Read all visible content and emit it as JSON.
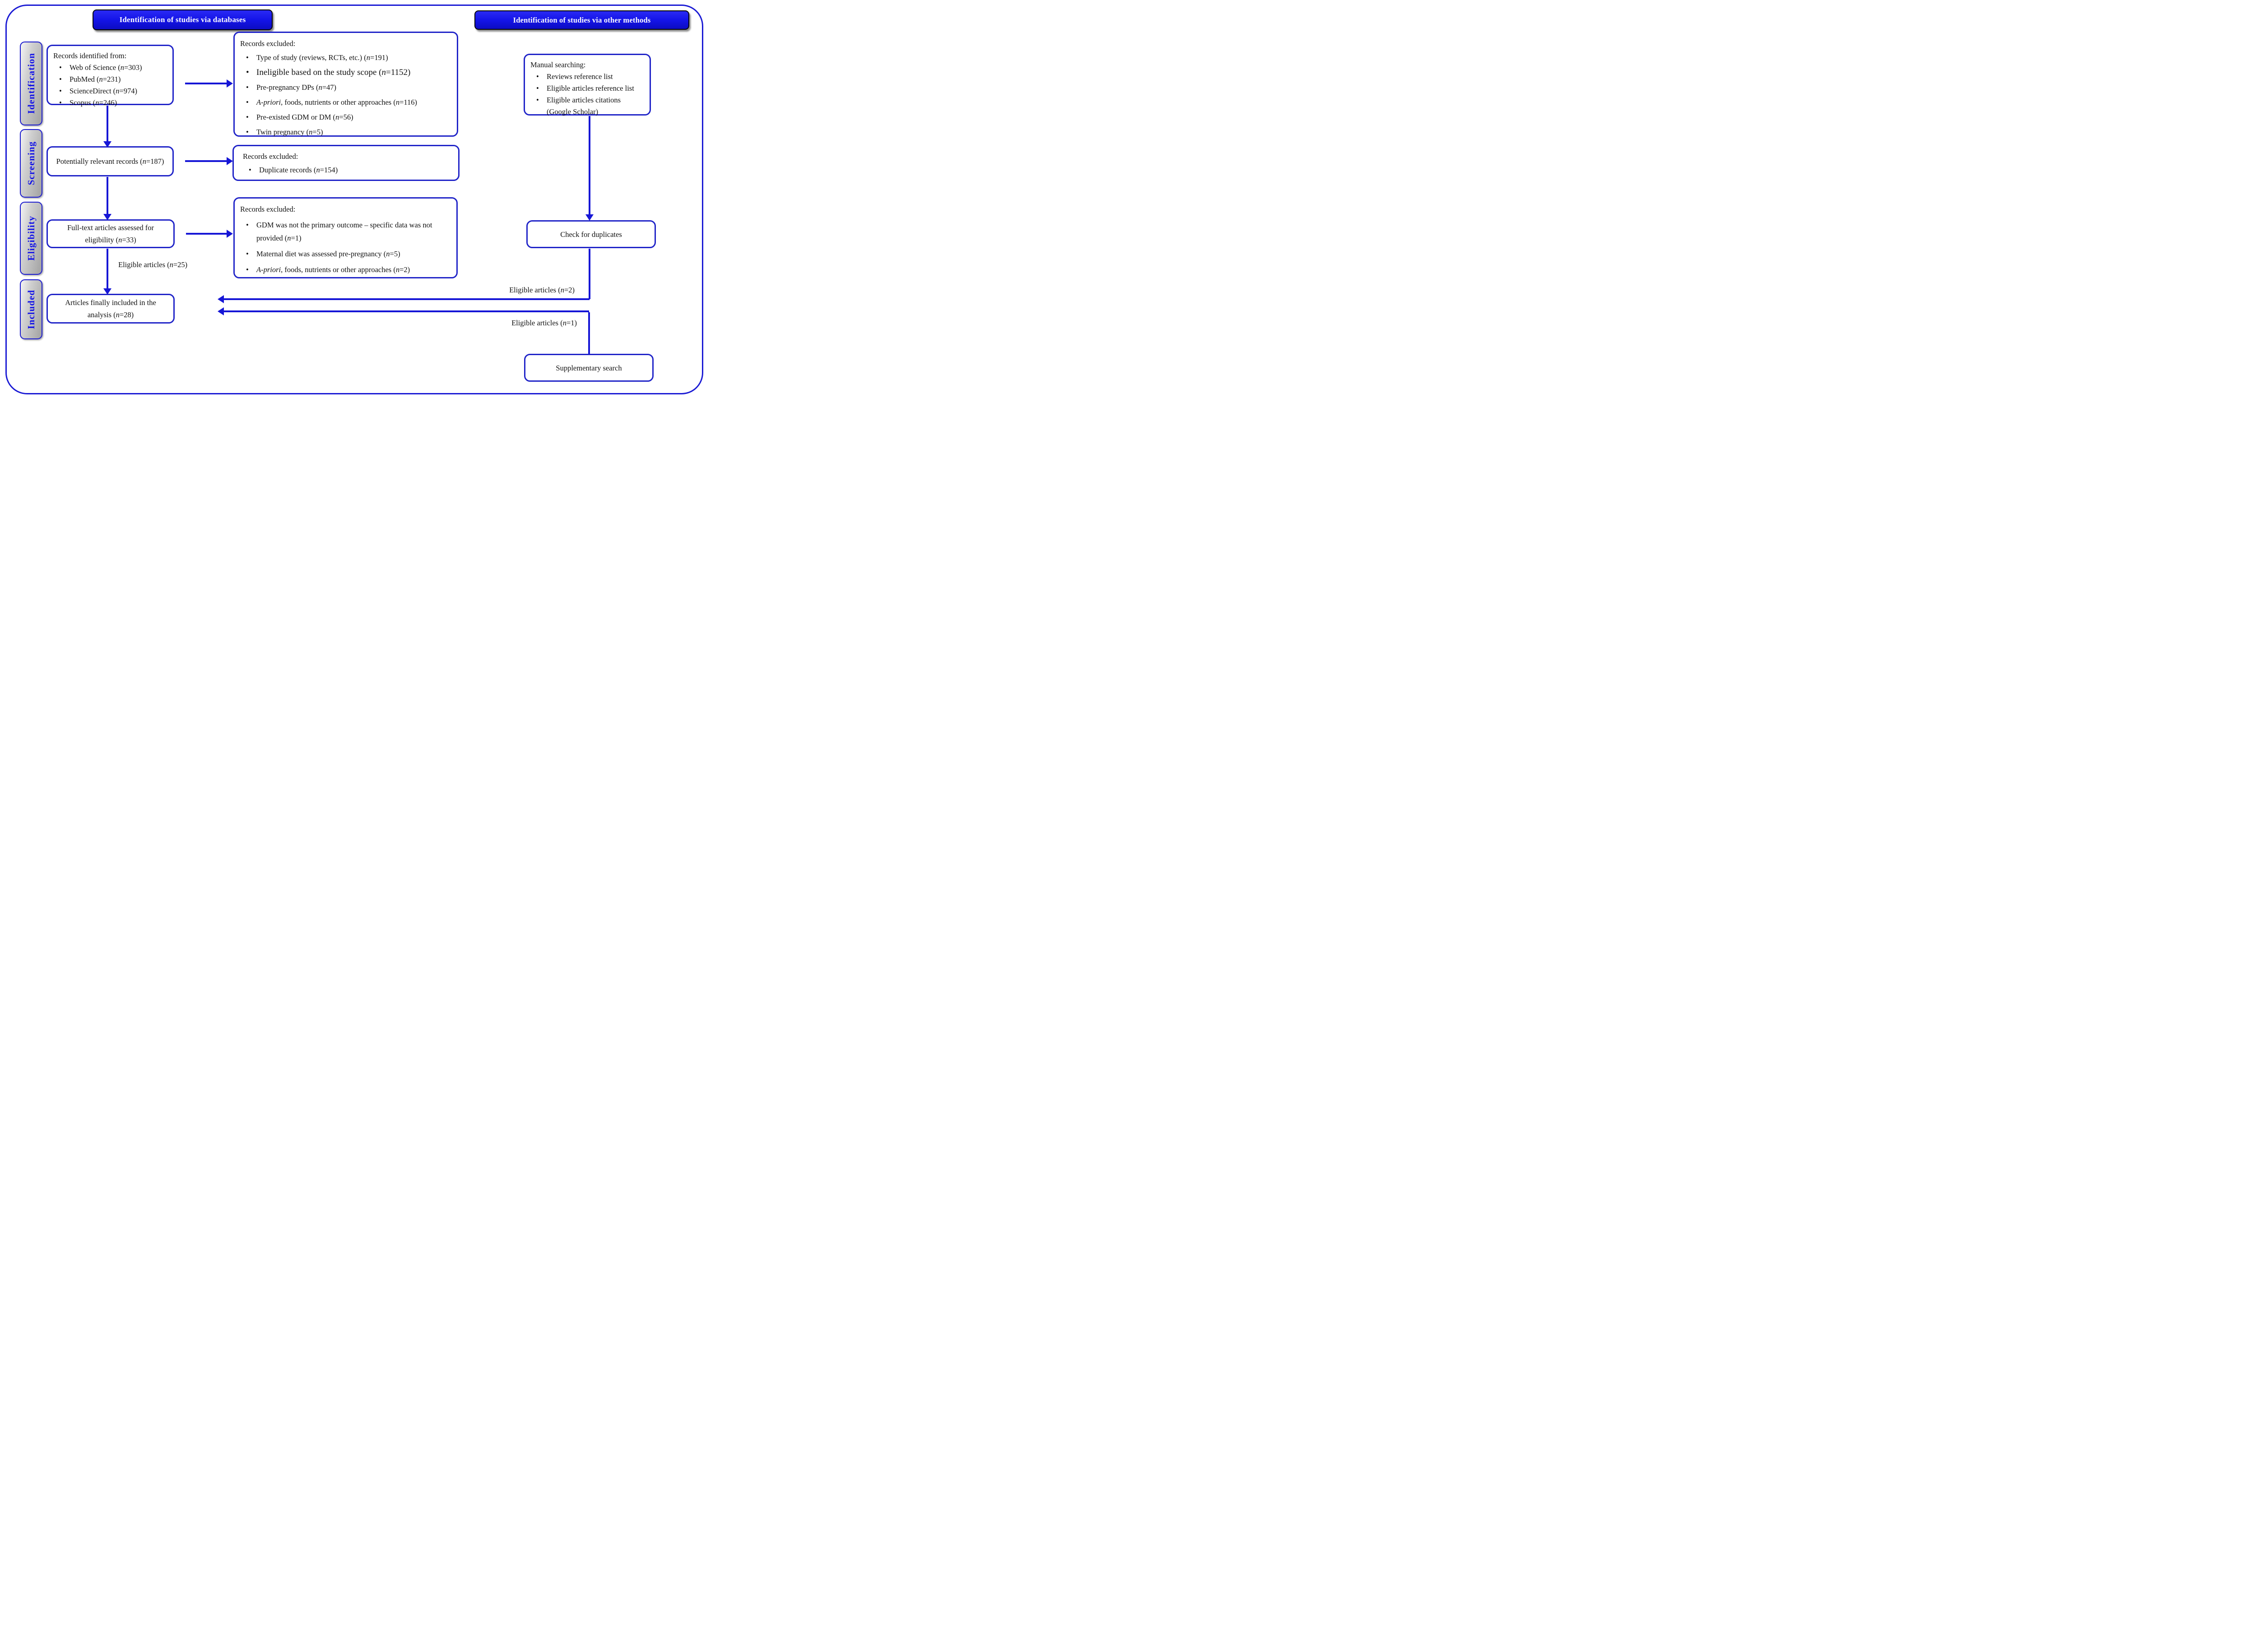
{
  "headers": {
    "left": "Identification of studies via databases",
    "right": "Identification of studies via other methods"
  },
  "stages": {
    "identification": "Identification",
    "screening": "Screening",
    "eligibility": "Eligibility",
    "included": "Included"
  },
  "boxes": {
    "records_identified": {
      "title": "Records identified from:",
      "items": [
        "Web of Science (n=303)",
        "PubMed (n=231)",
        "ScienceDirect (n=974)",
        "Scopus (n=246)"
      ]
    },
    "excluded_identification": {
      "title": "Records excluded:",
      "items": [
        "Type of study (reviews, RCTs, etc.) (n=191)",
        "Ineligible based on the study scope (n=1152)",
        "Pre-pregnancy DPs (n=47)",
        "A-priori, foods, nutrients or other approaches (n=116)",
        "Pre-existed GDM or DM (n=56)",
        "Twin pregnancy (n=5)"
      ]
    },
    "potentially_relevant": "Potentially relevant records (n=187)",
    "excluded_screening": {
      "title": "Records excluded:",
      "items": [
        "Duplicate records (n=154)"
      ]
    },
    "fulltext_assessed": "Full-text articles assessed for eligibility (n=33)",
    "excluded_eligibility": {
      "title": "Records excluded:",
      "items": [
        "GDM was not the primary outcome – specific data was not provided (n=1)",
        "Maternal diet was assessed pre-pregnancy (n=5)",
        "A-priori, foods, nutrients or other approaches (n=2)"
      ]
    },
    "manual_searching": {
      "title": "Manual searching:",
      "items": [
        "Reviews reference list",
        "Eligible articles reference list",
        "Eligible articles citations (Google Scholar)"
      ]
    },
    "check_duplicates": "Check for duplicates",
    "supplementary_search": "Supplementary search",
    "finally_included": "Articles finally included in the analysis (n=28)"
  },
  "arrow_labels": {
    "eligible_25": "Eligible articles (n=25)",
    "eligible_2": "Eligible articles (n=2)",
    "eligible_1": "Eligible articles (n=1)"
  },
  "colors": {
    "header_fill": "#1414e8",
    "box_border": "#2024c8",
    "arrow": "#1616d6",
    "stage_text": "#1414e6",
    "stage_fill": "#bdbdbd",
    "outer_border": "#1b1bd4"
  }
}
